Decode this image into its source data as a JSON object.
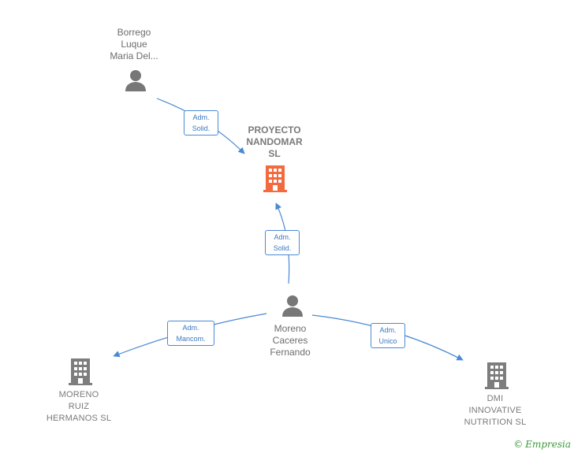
{
  "nodes": {
    "borrego": {
      "label": "Borrego\nLuque\nMaria Del..."
    },
    "proyecto": {
      "label": "PROYECTO\nNANDOMAR\nSL"
    },
    "moreno_caceres": {
      "label": "Moreno\nCaceres\nFernando"
    },
    "moreno_ruiz": {
      "label": "MORENO\nRUIZ\nHERMANOS  SL"
    },
    "dmi": {
      "label": "DMI\nINNOVATIVE\nNUTRITION  SL"
    }
  },
  "edges": {
    "borrego_proyecto": {
      "label": "Adm.\nSolid."
    },
    "moreno_proyecto": {
      "label": "Adm.\nSolid."
    },
    "moreno_ruiz": {
      "label": "Adm.\nMancom."
    },
    "moreno_dmi": {
      "label": "Adm.\nUnico"
    }
  },
  "colors": {
    "edge": "#4a8ad4",
    "person": "#777777",
    "company_main": "#f26a3d",
    "company": "#7d7d7d"
  },
  "brand": {
    "copyright": "©",
    "name": "Empresia"
  }
}
